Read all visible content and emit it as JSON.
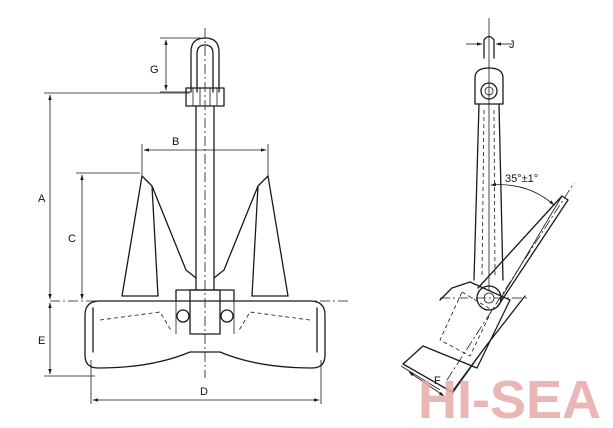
{
  "labels": {
    "a": "A",
    "b": "B",
    "c": "C",
    "d": "D",
    "e": "E",
    "f": "F",
    "g": "G",
    "j": "J",
    "angle": "35°±1°"
  },
  "watermark": "HI-SEA"
}
